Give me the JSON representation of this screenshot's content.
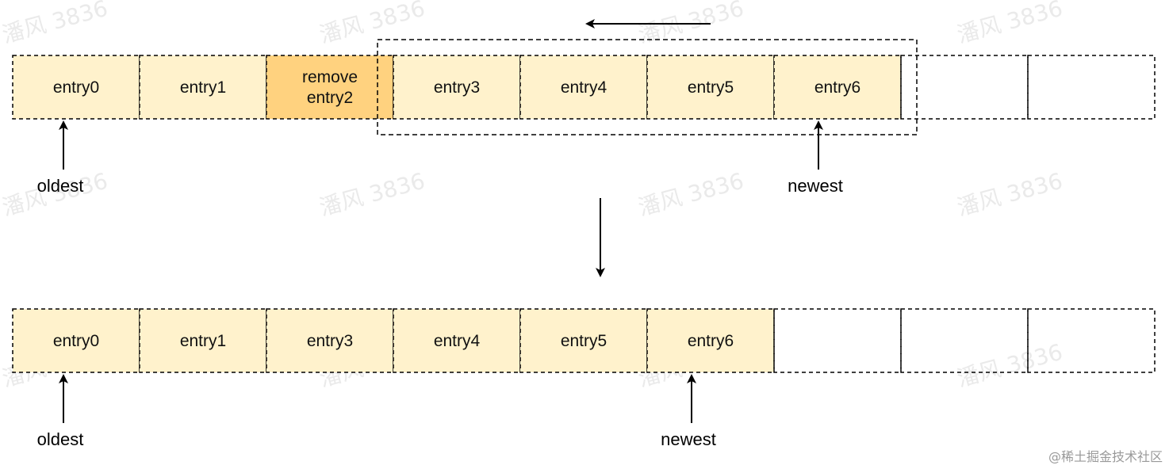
{
  "before": {
    "cells": [
      {
        "lines": [
          "entry0"
        ],
        "filled": true,
        "highlight": false
      },
      {
        "lines": [
          "entry1"
        ],
        "filled": true,
        "highlight": false
      },
      {
        "lines": [
          "remove",
          "entry2"
        ],
        "filled": true,
        "highlight": true
      },
      {
        "lines": [
          "entry3"
        ],
        "filled": true,
        "highlight": false
      },
      {
        "lines": [
          "entry4"
        ],
        "filled": true,
        "highlight": false
      },
      {
        "lines": [
          "entry5"
        ],
        "filled": true,
        "highlight": false
      },
      {
        "lines": [
          "entry6"
        ],
        "filled": true,
        "highlight": false
      },
      {
        "lines": [],
        "filled": false,
        "highlight": false
      },
      {
        "lines": [],
        "filled": false,
        "highlight": false
      }
    ],
    "oldest_index": 0,
    "newest_index": 6,
    "selection_start": 3,
    "selection_end": 6
  },
  "after": {
    "cells": [
      {
        "lines": [
          "entry0"
        ],
        "filled": true,
        "highlight": false
      },
      {
        "lines": [
          "entry1"
        ],
        "filled": true,
        "highlight": false
      },
      {
        "lines": [
          "entry3"
        ],
        "filled": true,
        "highlight": false
      },
      {
        "lines": [
          "entry4"
        ],
        "filled": true,
        "highlight": false
      },
      {
        "lines": [
          "entry5"
        ],
        "filled": true,
        "highlight": false
      },
      {
        "lines": [
          "entry6"
        ],
        "filled": true,
        "highlight": false
      },
      {
        "lines": [],
        "filled": false,
        "highlight": false
      },
      {
        "lines": [],
        "filled": false,
        "highlight": false
      },
      {
        "lines": [],
        "filled": false,
        "highlight": false
      }
    ],
    "oldest_index": 0,
    "newest_index": 5
  },
  "labels": {
    "oldest": "oldest",
    "newest": "newest"
  },
  "watermark": "潘风 3836",
  "credit": "@稀土掘金技术社区",
  "colors": {
    "cell_fill": "#fff2cc",
    "highlight_fill": "#ffd27f",
    "stroke": "#000000",
    "watermark": "#d9d9d9"
  }
}
